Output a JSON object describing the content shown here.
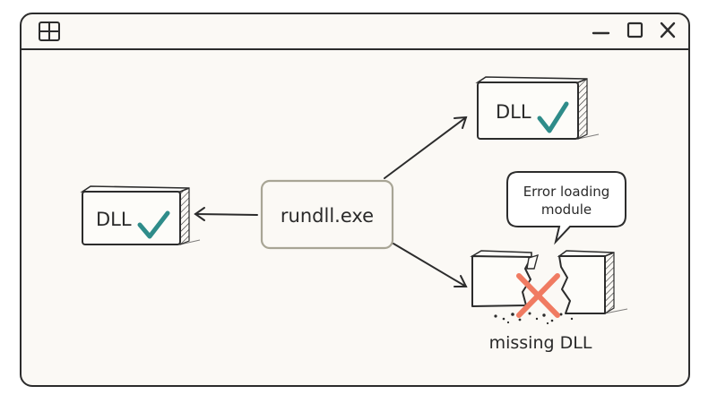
{
  "window": {
    "controls": {
      "app_icon": "windows-logo-icon",
      "minimize_icon": "minimize-icon",
      "maximize_icon": "maximize-icon",
      "close_icon": "close-icon"
    }
  },
  "diagram": {
    "center_label": "rundll.exe",
    "dll_left": "DLL",
    "dll_top_right": "DLL",
    "error_bubble": {
      "line1": "Error loading",
      "line2": "module"
    },
    "missing_label": "missing DLL",
    "status_icons": {
      "ok": "checkmark-icon",
      "fail": "x-mark-icon"
    }
  },
  "colors": {
    "outline": "#2c2c2c",
    "window_bg": "#fbf9f5",
    "block_fill": "#fdfcf9",
    "center_box_border": "#a8a595",
    "check": "#2f8c8a",
    "error_x": "#f07b62"
  }
}
